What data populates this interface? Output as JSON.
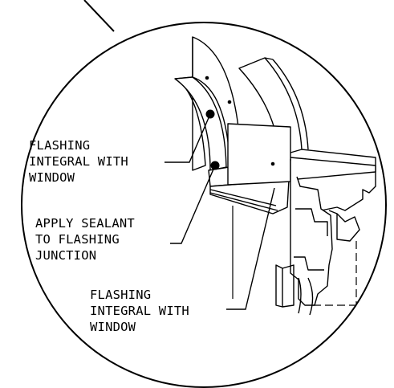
{
  "callouts": {
    "flashing_upper": [
      "FLASHING",
      "INTEGRAL WITH",
      "WINDOW"
    ],
    "sealant": [
      "APPLY SEALANT",
      "TO FLASHING",
      "JUNCTION"
    ],
    "flashing_lower": [
      "FLASHING",
      "INTEGRAL WITH",
      "WINDOW"
    ]
  },
  "colors": {
    "line": "#000000",
    "background": "#ffffff"
  }
}
